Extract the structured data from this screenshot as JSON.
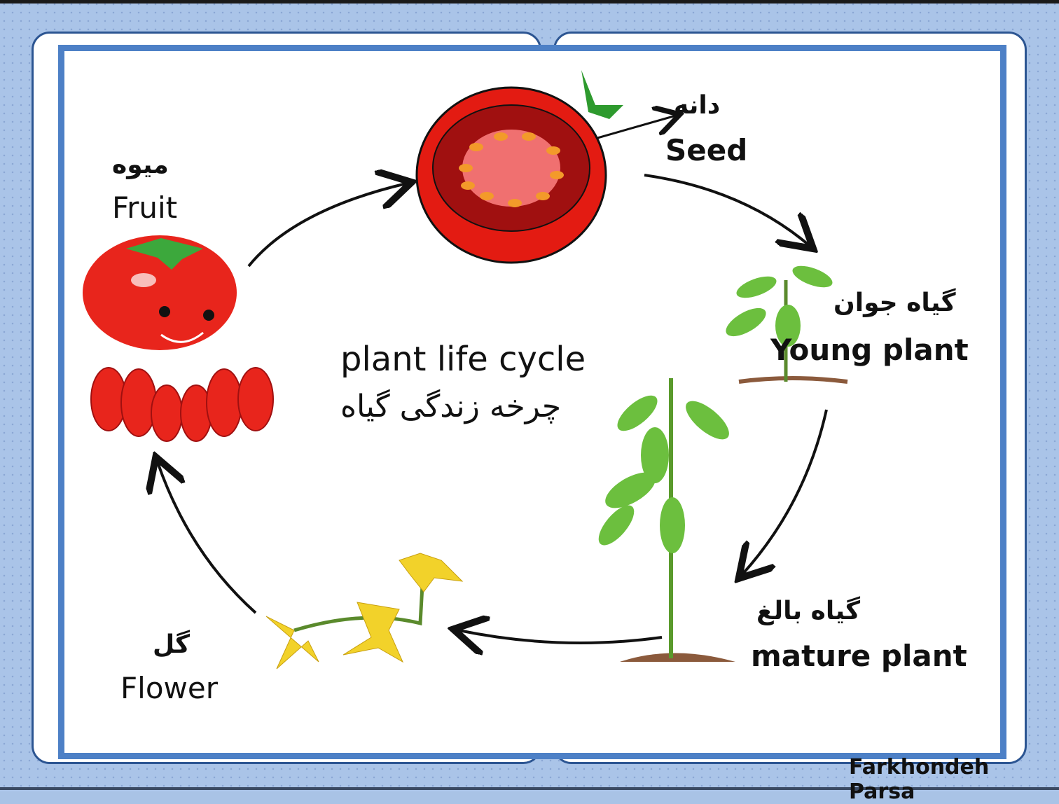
{
  "title": {
    "en": "plant life cycle",
    "fa": "چرخه زندگی گیاه"
  },
  "stages": [
    {
      "en": "Seed",
      "fa": "دانه"
    },
    {
      "en": "Young plant",
      "fa": "گیاه جوان"
    },
    {
      "en": "mature plant",
      "fa": "گیاه بالغ"
    },
    {
      "en": "Flower",
      "fa": "گل"
    },
    {
      "en": "Fruit",
      "fa": "میوه"
    }
  ],
  "author": "Farkhondeh Parsa",
  "colors": {
    "border": "#4d80c6",
    "background": "#aac4e8",
    "tomato": "#e31b12",
    "leaf": "#4caf3a"
  }
}
